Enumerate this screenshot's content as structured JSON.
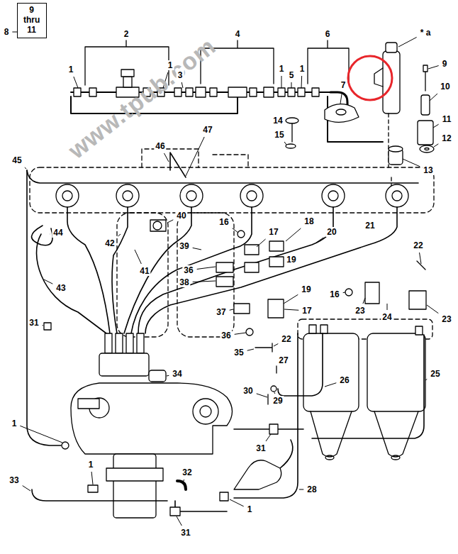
{
  "diagram": {
    "nodes": [
      {
        "text": [
          "9 thru 11"
        ]
      }
    ],
    "labels": [
      "8",
      "2",
      "4",
      "6",
      "1",
      "1",
      "3",
      "1",
      "5",
      "1",
      "7",
      "* a",
      "9",
      "10",
      "11",
      "12",
      "13",
      "14",
      "15",
      "47",
      "46",
      "45",
      "16",
      "17",
      "18",
      "20",
      "21",
      "22",
      "40",
      "44",
      "42",
      "39",
      "36",
      "38",
      "41",
      "19",
      "16",
      "19",
      "43",
      "37",
      "17",
      "23",
      "24",
      "23",
      "31",
      "36",
      "22",
      "35",
      "27",
      "34",
      "26",
      "25",
      "30",
      "29",
      "1",
      "31",
      "32",
      "28",
      "33",
      "1",
      "1",
      "31",
      "www.tpub.com"
    ]
  }
}
